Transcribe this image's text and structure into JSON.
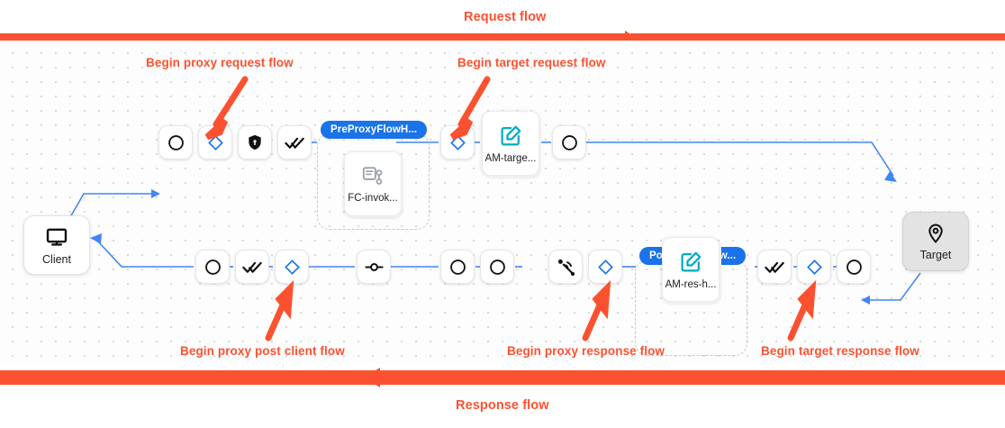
{
  "bands": {
    "request": {
      "label": "Request flow",
      "color": "#fc5130",
      "direction": "right"
    },
    "response": {
      "label": "Response flow",
      "color": "#fc5130",
      "direction": "left"
    }
  },
  "callouts": [
    {
      "id": "proxy-request",
      "label": "Begin proxy request flow"
    },
    {
      "id": "target-request",
      "label": "Begin target request flow"
    },
    {
      "id": "proxy-post-client",
      "label": "Begin proxy post client flow"
    },
    {
      "id": "proxy-response",
      "label": "Begin proxy response flow"
    },
    {
      "id": "target-response",
      "label": "Begin target response flow"
    }
  ],
  "endpoints": {
    "client": {
      "label": "Client",
      "icon": "monitor-icon",
      "background": "#ffffff"
    },
    "target": {
      "label": "Target",
      "icon": "map-pin-icon",
      "background": "#e3e3e3"
    }
  },
  "groups": [
    {
      "id": "preproxy",
      "badge": "PreProxyFlowH...",
      "badge_color": "#1a73e8"
    },
    {
      "id": "posttarget",
      "badge": "PostTargetFlow...",
      "badge_color": "#1a73e8"
    }
  ],
  "policies": [
    {
      "id": "fc-invoke",
      "label": "FC-invok...",
      "icon": "flow-callout-icon",
      "icon_color": "#9aa0a6"
    },
    {
      "id": "am-target",
      "label": "AM-targe...",
      "icon": "edit-square-icon",
      "icon_color": "#00acc1"
    },
    {
      "id": "am-res-h",
      "label": "AM-res-h...",
      "icon": "edit-square-icon",
      "icon_color": "#00acc1"
    }
  ],
  "request_row": [
    {
      "id": "req-start",
      "icon": "circle-icon",
      "icon_color": "#111111"
    },
    {
      "id": "req-proxy-flow",
      "icon": "diamond-icon",
      "icon_color": "#1a73e8"
    },
    {
      "id": "req-security",
      "icon": "shield-lock-icon",
      "icon_color": "#111111"
    },
    {
      "id": "req-checks",
      "icon": "double-check-icon",
      "icon_color": "#111111"
    },
    {
      "id": "req-target-flow",
      "icon": "diamond-icon",
      "icon_color": "#1a73e8"
    },
    {
      "id": "req-end",
      "icon": "circle-icon",
      "icon_color": "#111111"
    }
  ],
  "response_row": [
    {
      "id": "res-client-end",
      "icon": "circle-icon",
      "icon_color": "#111111"
    },
    {
      "id": "res-checks",
      "icon": "double-check-icon",
      "icon_color": "#111111"
    },
    {
      "id": "res-post-client",
      "icon": "diamond-icon",
      "icon_color": "#1a73e8"
    },
    {
      "id": "res-marker",
      "icon": "node-point-icon",
      "icon_color": "#111111"
    },
    {
      "id": "res-stage-a",
      "icon": "circle-icon",
      "icon_color": "#111111"
    },
    {
      "id": "res-stage-b",
      "icon": "circle-icon",
      "icon_color": "#111111"
    },
    {
      "id": "res-signal",
      "icon": "broadcast-icon",
      "icon_color": "#111111"
    },
    {
      "id": "res-proxy-flow",
      "icon": "diamond-icon",
      "icon_color": "#1a73e8"
    },
    {
      "id": "res-target-checks",
      "icon": "double-check-icon",
      "icon_color": "#111111"
    },
    {
      "id": "res-target-flow",
      "icon": "diamond-icon",
      "icon_color": "#1a73e8"
    },
    {
      "id": "res-target-start",
      "icon": "circle-icon",
      "icon_color": "#111111"
    }
  ],
  "colors": {
    "connector": "#4285f4",
    "accent_red": "#fc5130",
    "accent_blue": "#1a73e8"
  }
}
